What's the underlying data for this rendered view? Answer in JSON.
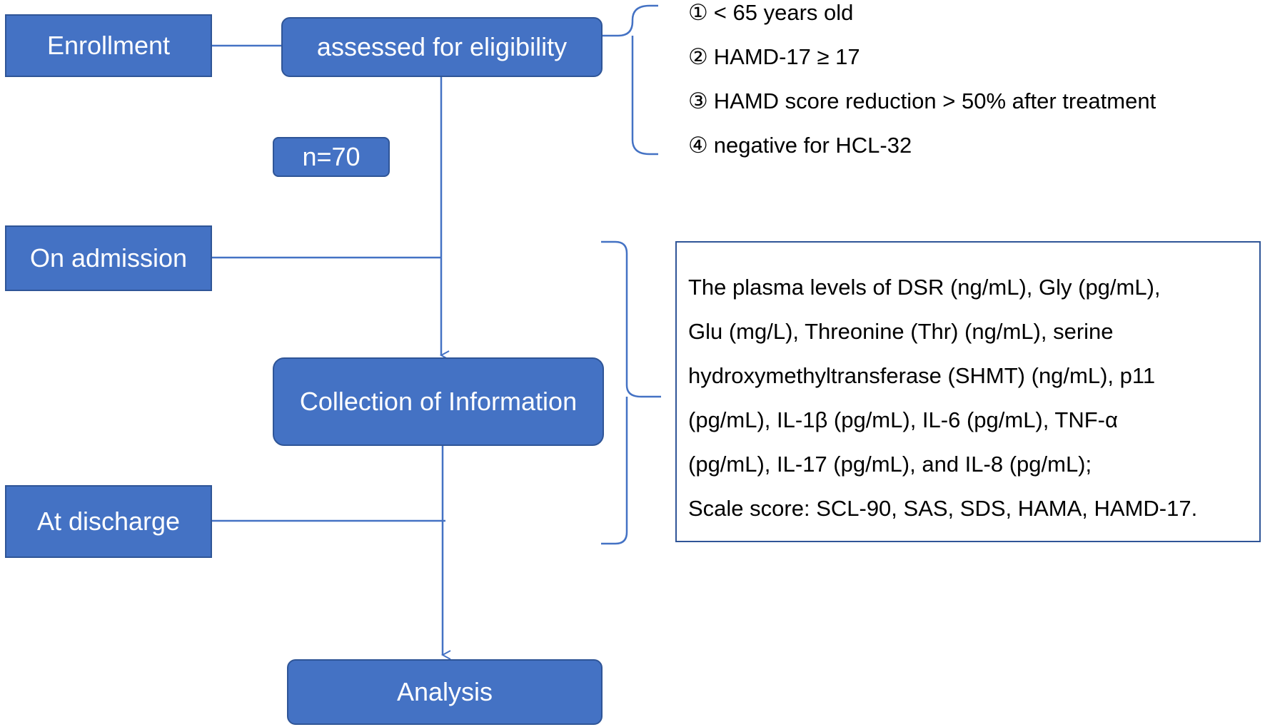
{
  "colors": {
    "box_fill": "#4472c4",
    "box_border": "#2f5597",
    "line": "#4472c4"
  },
  "stages": {
    "enrollment": "Enrollment",
    "on_admission": "On admission",
    "at_discharge": "At discharge"
  },
  "process": {
    "assessed": "assessed for eligibility",
    "sample": "n=70",
    "collection": "Collection of Information",
    "analysis": "Analysis"
  },
  "criteria": [
    {
      "num": "①",
      "text": "< 65 years old"
    },
    {
      "num": "②",
      "text": "HAMD-17 ≥ 17"
    },
    {
      "num": "③",
      "text": "HAMD score reduction > 50% after treatment"
    },
    {
      "num": "④",
      "text": "negative for HCL-32"
    }
  ],
  "info_lines": [
    "The plasma levels of DSR (ng/mL), Gly (pg/mL),",
    "Glu (mg/L), Threonine (Thr) (ng/mL), serine",
    "hydroxymethyltransferase (SHMT) (ng/mL), p11",
    "(pg/mL), IL-1β (pg/mL), IL-6 (pg/mL), TNF-α",
    "(pg/mL), IL-17 (pg/mL), and IL-8 (pg/mL);",
    "Scale score: SCL-90, SAS, SDS, HAMA, HAMD-17."
  ]
}
